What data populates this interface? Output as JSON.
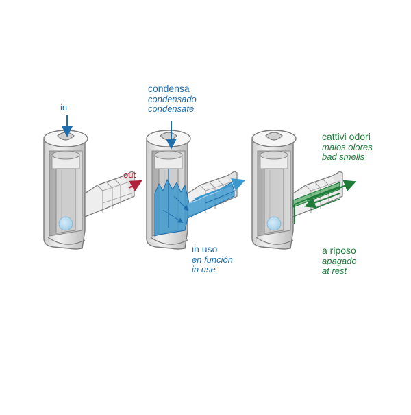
{
  "colors": {
    "water": "#3a98cf",
    "water_dark": "#1f6fae",
    "gas": "#1f7d39",
    "out_arrow": "#b0223a",
    "body": "#e4e4e4",
    "outline": "#7a7a7a"
  },
  "labels": {
    "in": "in",
    "out": "out",
    "condensa": {
      "it": "condensa",
      "es": "condensado",
      "en": "condensate"
    },
    "in_uso": {
      "it": "in uso",
      "es": "en función",
      "en": "in use"
    },
    "cattivi_odori": {
      "it": "cattivi odori",
      "es": "malos olores",
      "en": "bad smells"
    },
    "a_riposo": {
      "it": "a riposo",
      "es": "apagado",
      "en": "at rest"
    }
  }
}
